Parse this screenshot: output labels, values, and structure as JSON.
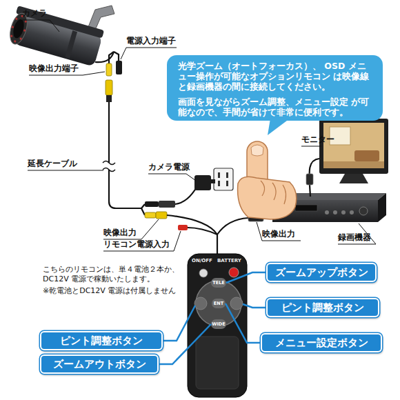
{
  "diagram": {
    "nodes": [
      {
        "text": [
          "光学ズーム（オートフォーカス）、 OSD メニュー操作が可能なオプションリモコン は映像線と録画機器の間に接続してください。",
          "画面を見ながらズーム調整、メニュー設定 が可能なので、手間が省けて非常に便利です。"
        ]
      },
      {
        "text": [
          "ON/OFF",
          "BATTERY"
        ]
      },
      {
        "text": [
          "TELE"
        ],
        "in": 1
      },
      {
        "text": [
          "ENT"
        ],
        "in": 1
      },
      {
        "text": [
          "WIDE"
        ],
        "in": 1
      },
      {
        "text": [
          "ズームアップボタン"
        ]
      },
      {
        "text": [
          "ピント調整ボタン"
        ]
      },
      {
        "text": [
          "ピント調整ボタン"
        ]
      },
      {
        "text": [
          "メニュー設定ボタン"
        ]
      },
      {
        "text": [
          "ズームアウトボタン"
        ]
      }
    ],
    "edges": [
      {
        "from": 5,
        "to": 2,
        "arrow": "none"
      },
      {
        "from": 8,
        "to": 3,
        "arrow": "none"
      },
      {
        "from": 9,
        "to": 4,
        "arrow": "none"
      }
    ],
    "labels": [
      "カメラ",
      "電源入力端子",
      "映像出力端子",
      "モニター",
      "延長ケーブル",
      "カメラ電源",
      "映像出力",
      "映像出力",
      "録画機器",
      "リモコン電源入力",
      "こちらのリモコンは、単４電池２本か、 DC12V 電源で稼動いたします。",
      "※乾電池とDC12V 電源は付属しません"
    ]
  }
}
